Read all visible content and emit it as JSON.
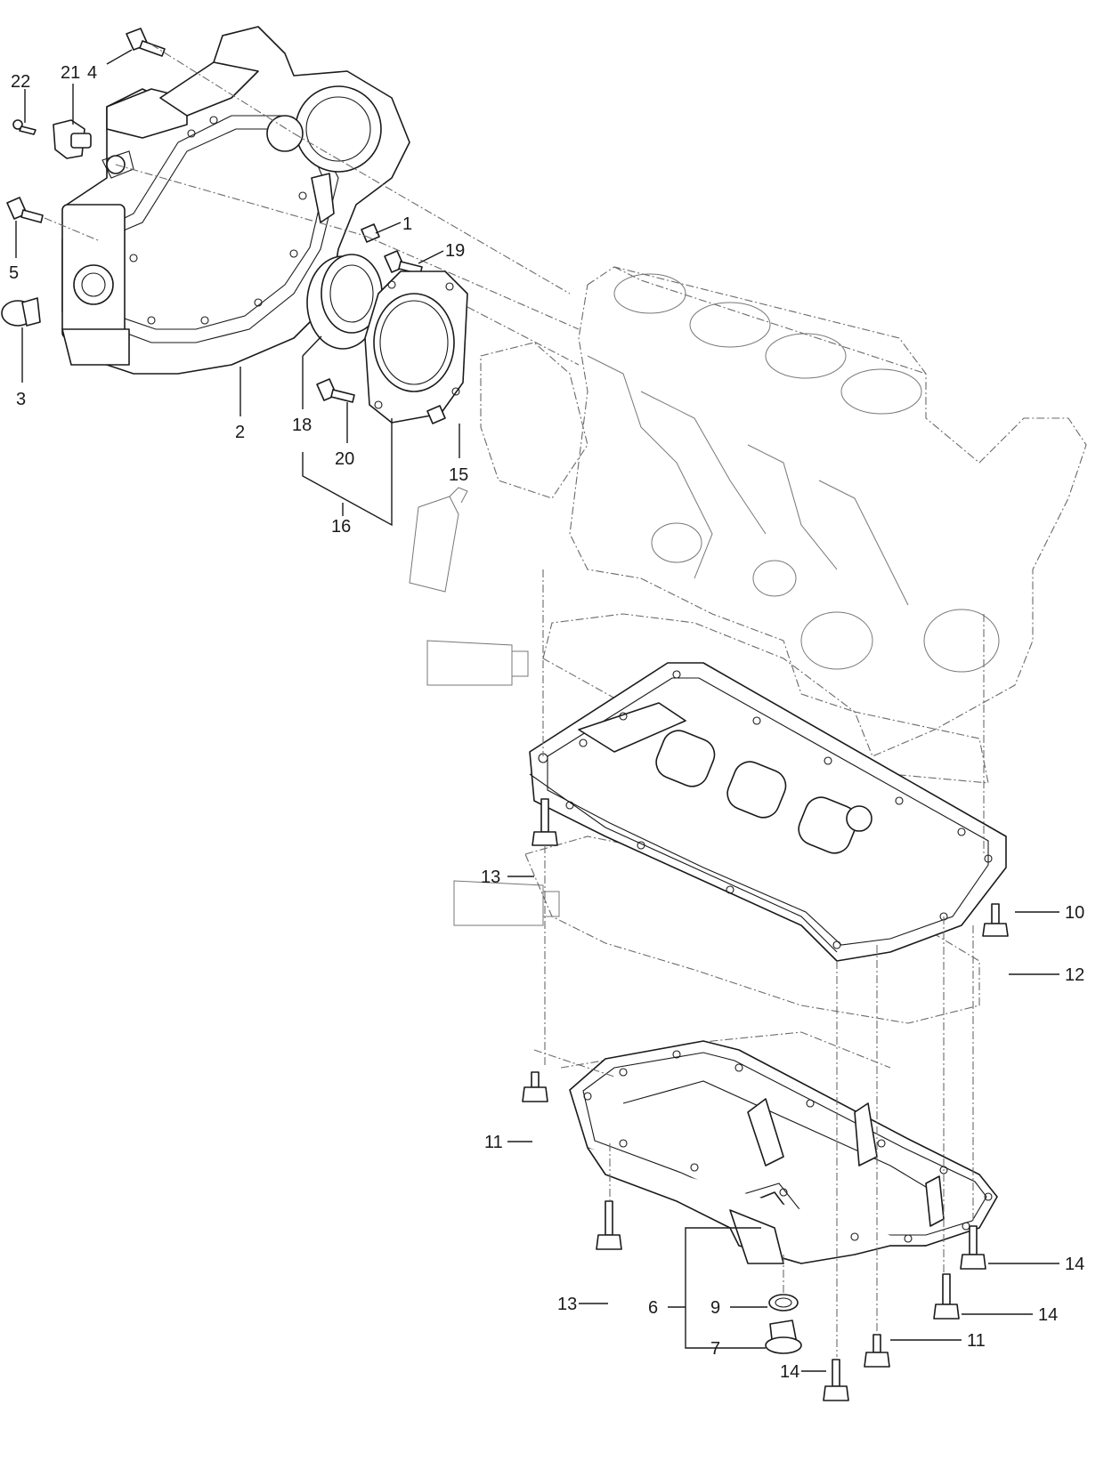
{
  "callouts": {
    "c1": "1",
    "c2": "2",
    "c3": "3",
    "c4": "4",
    "c5": "5",
    "c6": "6",
    "c7": "7",
    "c9": "9",
    "c10": "10",
    "c11a": "11",
    "c11b": "11",
    "c12": "12",
    "c13a": "13",
    "c13b": "13",
    "c14a": "14",
    "c14b": "14",
    "c14c": "14",
    "c15": "15",
    "c16": "16",
    "c18": "18",
    "c19": "19",
    "c20": "20",
    "c21": "21",
    "c22": "22"
  }
}
